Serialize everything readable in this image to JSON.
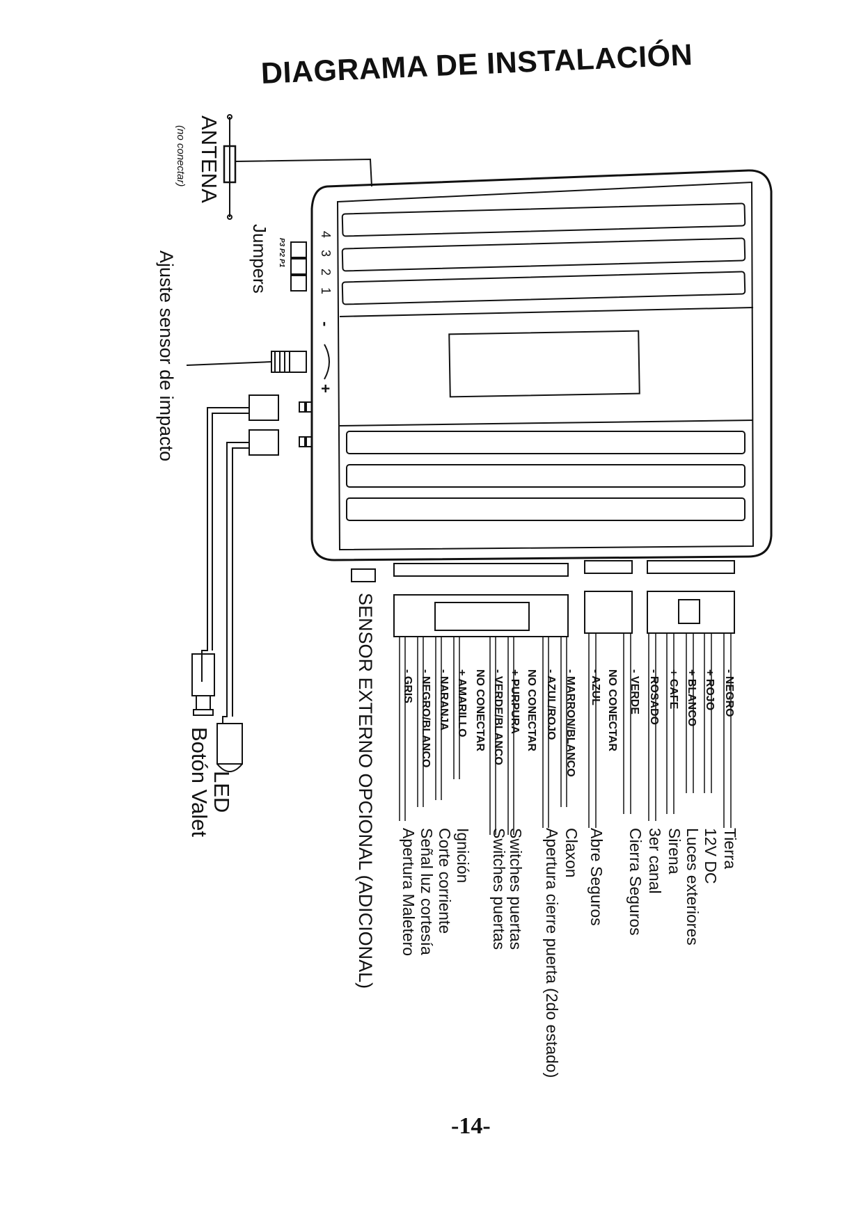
{
  "title": "DIAGRAMA DE INSTALACIÓN",
  "page_number": "-14-",
  "antenna": {
    "label": "ANTENA",
    "note": "(no conectar)"
  },
  "jumpers": {
    "label": "Jumpers",
    "numbers": "4 3 2 1",
    "ids": "P3 P2 P1"
  },
  "impact_sensor": {
    "label": "Ajuste sensor de impacto",
    "minus": "-",
    "plus": "+"
  },
  "led": {
    "label": "LED"
  },
  "valet": {
    "label": "Botón Valet"
  },
  "connector_a": [
    {
      "wire": "- NEGRO",
      "function": "Tierra"
    },
    {
      "wire": "+ ROJO",
      "function": "12V DC"
    },
    {
      "wire": "+ BLANCO",
      "function": "Luces exteriores"
    },
    {
      "wire": "+ CAFE",
      "function": "Sirena"
    },
    {
      "wire": "- ROSADO",
      "function": "3er canal"
    }
  ],
  "connector_b": [
    {
      "wire": "- VERDE",
      "function": "Cierra Seguros"
    },
    {
      "wire": "NO CONECTAR",
      "function": ""
    },
    {
      "wire": "- AZUL",
      "function": "Abre Seguros"
    }
  ],
  "connector_c": [
    {
      "wire": "- MARRON/BLANCO",
      "function": "Claxon"
    },
    {
      "wire": "- AZUL/ROJO",
      "function": "Apertura cierre puerta (2do estado)"
    },
    {
      "wire": "NO CONECTAR",
      "function": ""
    },
    {
      "wire": "+ PURPURA",
      "function": "Switches puertas"
    },
    {
      "wire": "- VERDE/BLANCO",
      "function": "Switches puertas"
    },
    {
      "wire": "NO CONECTAR",
      "function": ""
    },
    {
      "wire": "+ AMARILLO",
      "function": "Ignición"
    },
    {
      "wire": "- NARANJA",
      "function": "Corte corriente"
    },
    {
      "wire": "- NEGRO/BLANCO",
      "function": "Señal luz cortesía"
    },
    {
      "wire": "- GRIS",
      "function": "Apertura Maletero"
    }
  ],
  "external_sensor": {
    "label": "SENSOR EXTERNO OPCIONAL (ADICIONAL)"
  }
}
